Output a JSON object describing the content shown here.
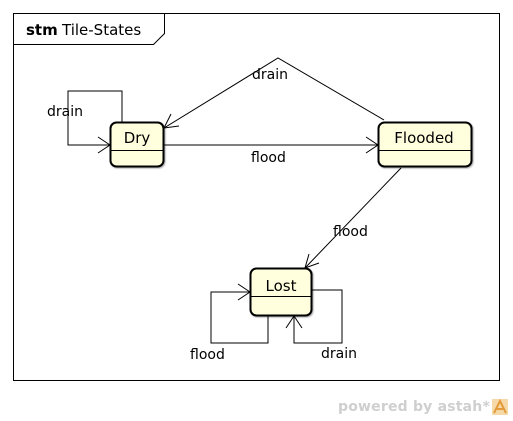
{
  "frame": {
    "keyword": "stm",
    "name": "Tile-States"
  },
  "states": {
    "dry": "Dry",
    "flooded": "Flooded",
    "lost": "Lost"
  },
  "transitions": {
    "dry_self": "drain",
    "dry_to_flooded": "flood",
    "flooded_to_dry": "drain",
    "flooded_to_lost": "flood",
    "lost_self_flood": "flood",
    "lost_self_drain": "drain"
  },
  "footer": {
    "text": "powered by astah*"
  },
  "colors": {
    "state_fill": "#ffffdd",
    "footer_text": "#cfcfcf",
    "logo": "#e39a3b"
  }
}
